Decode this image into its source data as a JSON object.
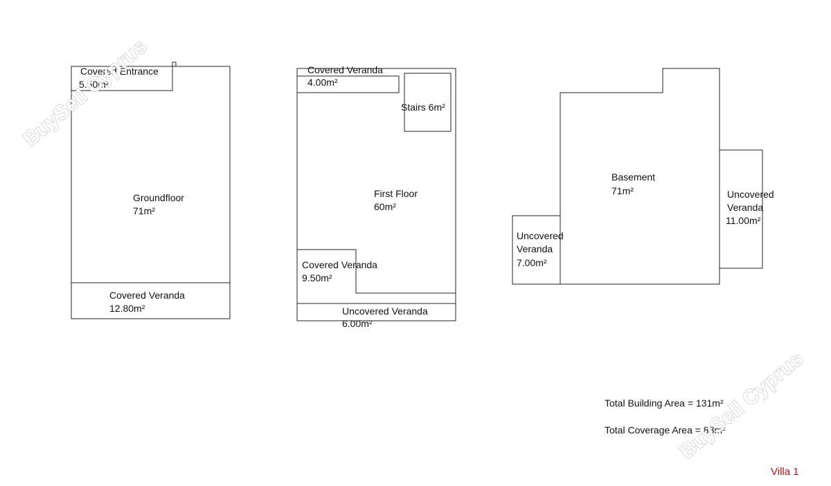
{
  "ground_floor": {
    "covered_entrance": {
      "name": "Covered Entrance",
      "area": "5.50m²"
    },
    "main": {
      "name": "Groundfloor",
      "area": "71m²"
    },
    "covered_veranda": {
      "name": "Covered Veranda",
      "area": "12.80m²"
    }
  },
  "first_floor": {
    "covered_veranda_top": {
      "name": "Covered Veranda",
      "area": "4.00m²"
    },
    "stairs": {
      "name": "Stairs 6m²"
    },
    "main": {
      "name": "First Floor",
      "area": "60m²"
    },
    "covered_veranda_bottom": {
      "name": "Covered Veranda",
      "area": "9.50m²"
    },
    "uncovered_veranda": {
      "name": "Uncovered Veranda",
      "area": "6.00m²"
    }
  },
  "basement": {
    "main": {
      "name": "Basement",
      "area": "71m²"
    },
    "uncovered_veranda_right": {
      "line1": "Uncovered",
      "line2": "Veranda",
      "area": "11.00m²"
    },
    "uncovered_veranda_left": {
      "line1": "Uncovered",
      "line2": "Veranda",
      "area": "7.00m²"
    }
  },
  "totals": {
    "building_area": "Total Building Area = 131m²",
    "coverage_area": "Total Coverage Area = 88m²"
  },
  "villa_label": "Villa 1",
  "watermark": "BuySell Cyprus",
  "colors": {
    "villa_label": "#c0101a",
    "lines": "#222222",
    "watermark_outline": "#b5b5b5"
  }
}
